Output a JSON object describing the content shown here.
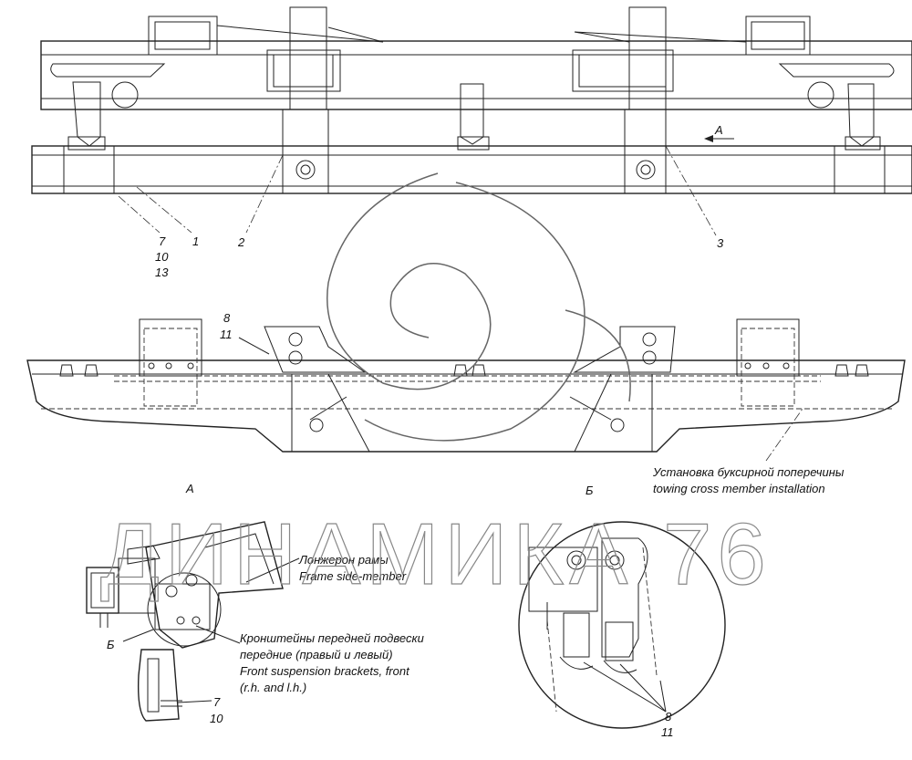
{
  "watermark": {
    "text": "ДИНАМИКА 76"
  },
  "top_view_labels": {
    "arrow_label": "A",
    "callout_1": "1",
    "callout_2": "2",
    "callout_3": "3",
    "callout_7": "7",
    "callout_10": "10",
    "callout_13": "13"
  },
  "front_view_labels": {
    "callout_8": "8",
    "callout_11": "11",
    "caption_ru": "Установка буксирной поперечины",
    "caption_en": "towing cross member installation"
  },
  "view_a": {
    "title": "А",
    "side_member_ru": "Лонжерон рамы",
    "side_member_en": "Frame side-member",
    "brackets_ru_1": "Кронштейны передней подвески",
    "brackets_ru_2": "передние (правый и левый)",
    "brackets_en_1": "Front suspension brackets, front",
    "brackets_en_2": "(r.h. and l.h.)",
    "detail_ref": "Б",
    "callout_7": "7",
    "callout_10": "10"
  },
  "view_b": {
    "title": "Б",
    "callout_8": "8",
    "callout_11": "11"
  }
}
